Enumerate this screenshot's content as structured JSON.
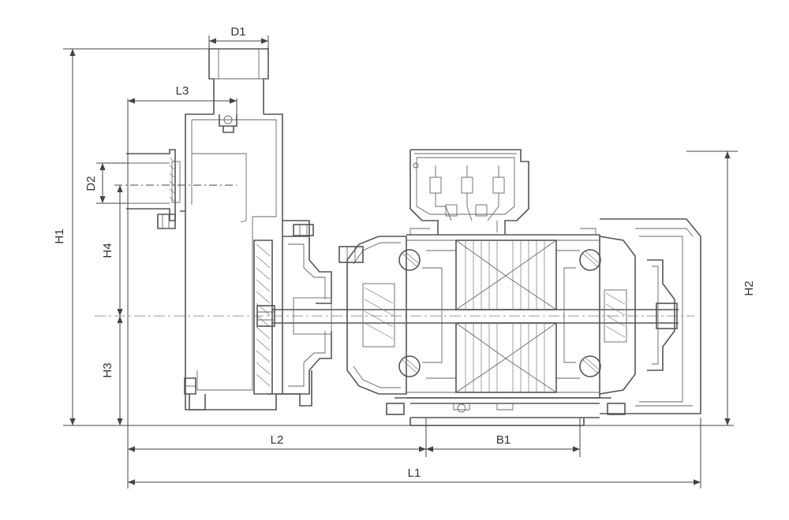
{
  "dimensions": {
    "D1": "D1",
    "L3": "L3",
    "D2": "D2",
    "H1": "H1",
    "H4": "H4",
    "H3": "H3",
    "H2": "H2",
    "L2": "L2",
    "B1": "B1",
    "L1": "L1"
  },
  "colors": {
    "line": "#555555",
    "dimension": "#444444",
    "background": "#ffffff"
  }
}
